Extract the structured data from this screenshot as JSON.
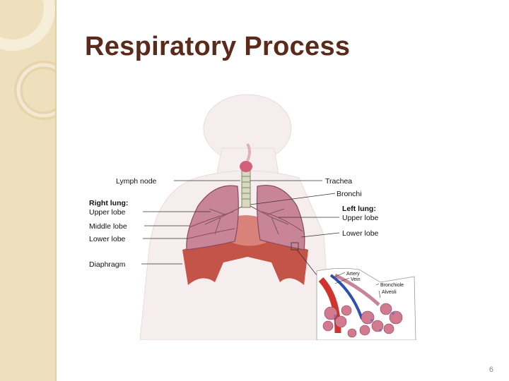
{
  "slide": {
    "title": "Respiratory Process",
    "page_number": "6"
  },
  "diagram": {
    "labels": {
      "lymph_node": "Lymph node",
      "trachea": "Trachea",
      "bronchi": "Bronchi",
      "right_lung": "Right lung:",
      "right_upper_lobe": "Upper lobe",
      "middle_lobe": "Middle lobe",
      "right_lower_lobe": "Lower lobe",
      "left_lung": "Left lung:",
      "left_upper_lobe": "Upper lobe",
      "left_lower_lobe": "Lower lobe",
      "diaphragm": "Diaphragm",
      "artery": "Artery",
      "vein": "Vein",
      "bronchiole": "Bronchiole",
      "alveoli": "Alveoli"
    }
  },
  "colors": {
    "title": "#5b2a1a",
    "sidebar": "#efe0bd",
    "lung": "#c98598",
    "diaphragm": "#c0473a",
    "artery": "#d0342c",
    "vein": "#2f4fb0"
  }
}
